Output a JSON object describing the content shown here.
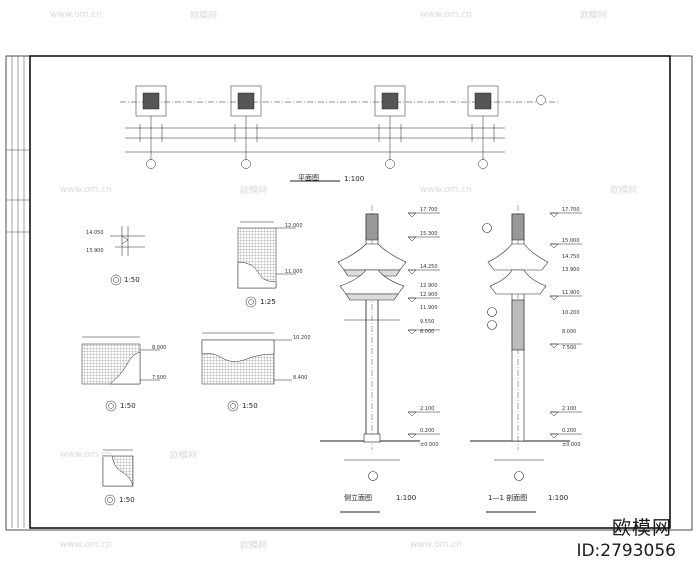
{
  "watermark": {
    "site": "www.om.cn",
    "logo_text": "欧模网"
  },
  "brand": {
    "name": "欧模网",
    "id_label": "ID:2793056"
  },
  "plan": {
    "title": "平面图",
    "scale": "1:100"
  },
  "detail_scales": [
    "1:50",
    "1:25",
    "1:50",
    "1:50",
    "1:50"
  ],
  "detail_elevations": {
    "a": [
      "14.050",
      "13.900"
    ],
    "b": [
      "12.000",
      "11.000"
    ],
    "c": [
      "8.000",
      "7.500"
    ],
    "d": [
      "10.200",
      "8.400"
    ]
  },
  "side_elevation": {
    "title": "侧立面图",
    "scale": "1:100",
    "levels": [
      "17.700",
      "15.300",
      "14.250",
      "12.900",
      "12.900",
      "11.900",
      "9.550",
      "8.000",
      "2.100",
      "0.200",
      "±0.000"
    ]
  },
  "section": {
    "title": "1—1 剖面图",
    "scale": "1:100",
    "levels": [
      "17.700",
      "15.000",
      "14.750",
      "13.900",
      "11.900",
      "10.200",
      "8.000",
      "7.500",
      "2.100",
      "0.200",
      "±0.000"
    ]
  }
}
